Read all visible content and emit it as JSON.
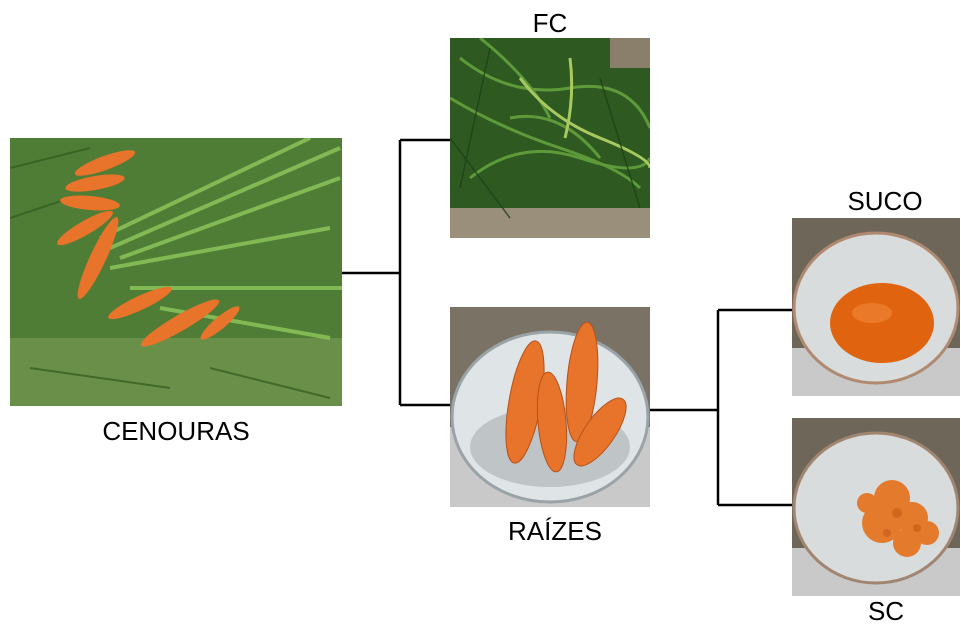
{
  "nodes": {
    "cenouras": {
      "label": "CENOURAS"
    },
    "fc": {
      "label": "FC"
    },
    "raizes": {
      "label": "RAÍZES"
    },
    "suco": {
      "label": "SUCO"
    },
    "sc": {
      "label": "SC"
    }
  },
  "icons": {
    "cenouras": "carrot-bunch-photo",
    "fc": "carrot-leaves-photo",
    "raizes": "carrot-roots-bowl-photo",
    "suco": "juice-bowl-photo",
    "sc": "pulp-bowl-photo"
  },
  "colors": {
    "carrot": "#e8732a",
    "leaf": "#3f7d2a",
    "juice": "#e0640f",
    "foil": "#c9c9c9",
    "line": "#000000"
  }
}
